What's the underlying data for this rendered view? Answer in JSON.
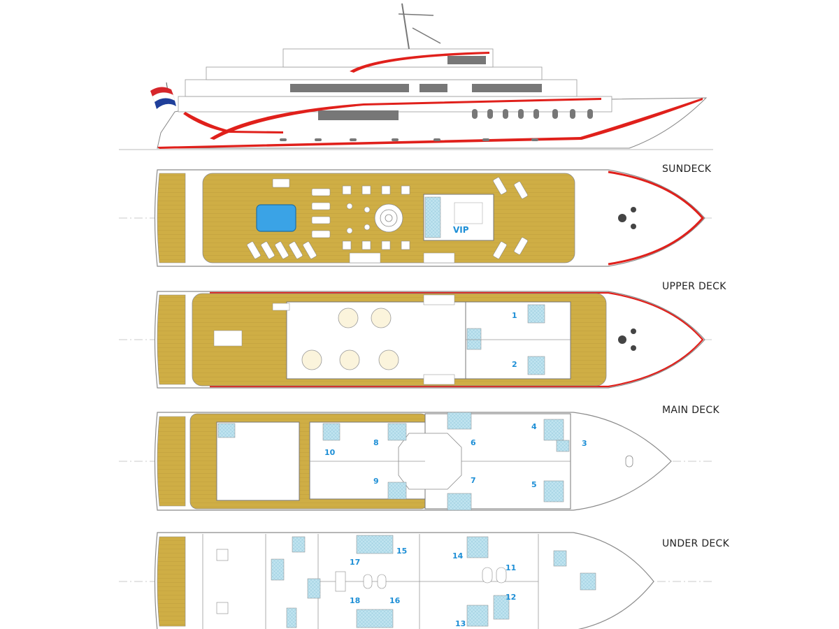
{
  "decks": [
    {
      "id": "sundeck",
      "label": "SUNDECK",
      "cabins": [],
      "vip": "VIP"
    },
    {
      "id": "upper",
      "label": "UPPER DECK",
      "cabins": [
        "1",
        "2"
      ]
    },
    {
      "id": "main",
      "label": "MAIN DECK",
      "cabins": [
        "10",
        "8",
        "9",
        "6",
        "7",
        "4",
        "3",
        "5"
      ]
    },
    {
      "id": "under",
      "label": "UNDER DECK",
      "cabins": [
        "17",
        "15",
        "18",
        "16",
        "14",
        "11",
        "12",
        "13"
      ]
    }
  ],
  "colors": {
    "deck_wood": "#cfae45",
    "hull_outline": "#8a8a8a",
    "accent_red": "#e0201b",
    "bath_tile": "#bfe3ef",
    "pool": "#3aa3e6",
    "cabin_number": "#1e8fd6",
    "flag_red": "#d6262b",
    "flag_blue": "#1f3f9a"
  }
}
